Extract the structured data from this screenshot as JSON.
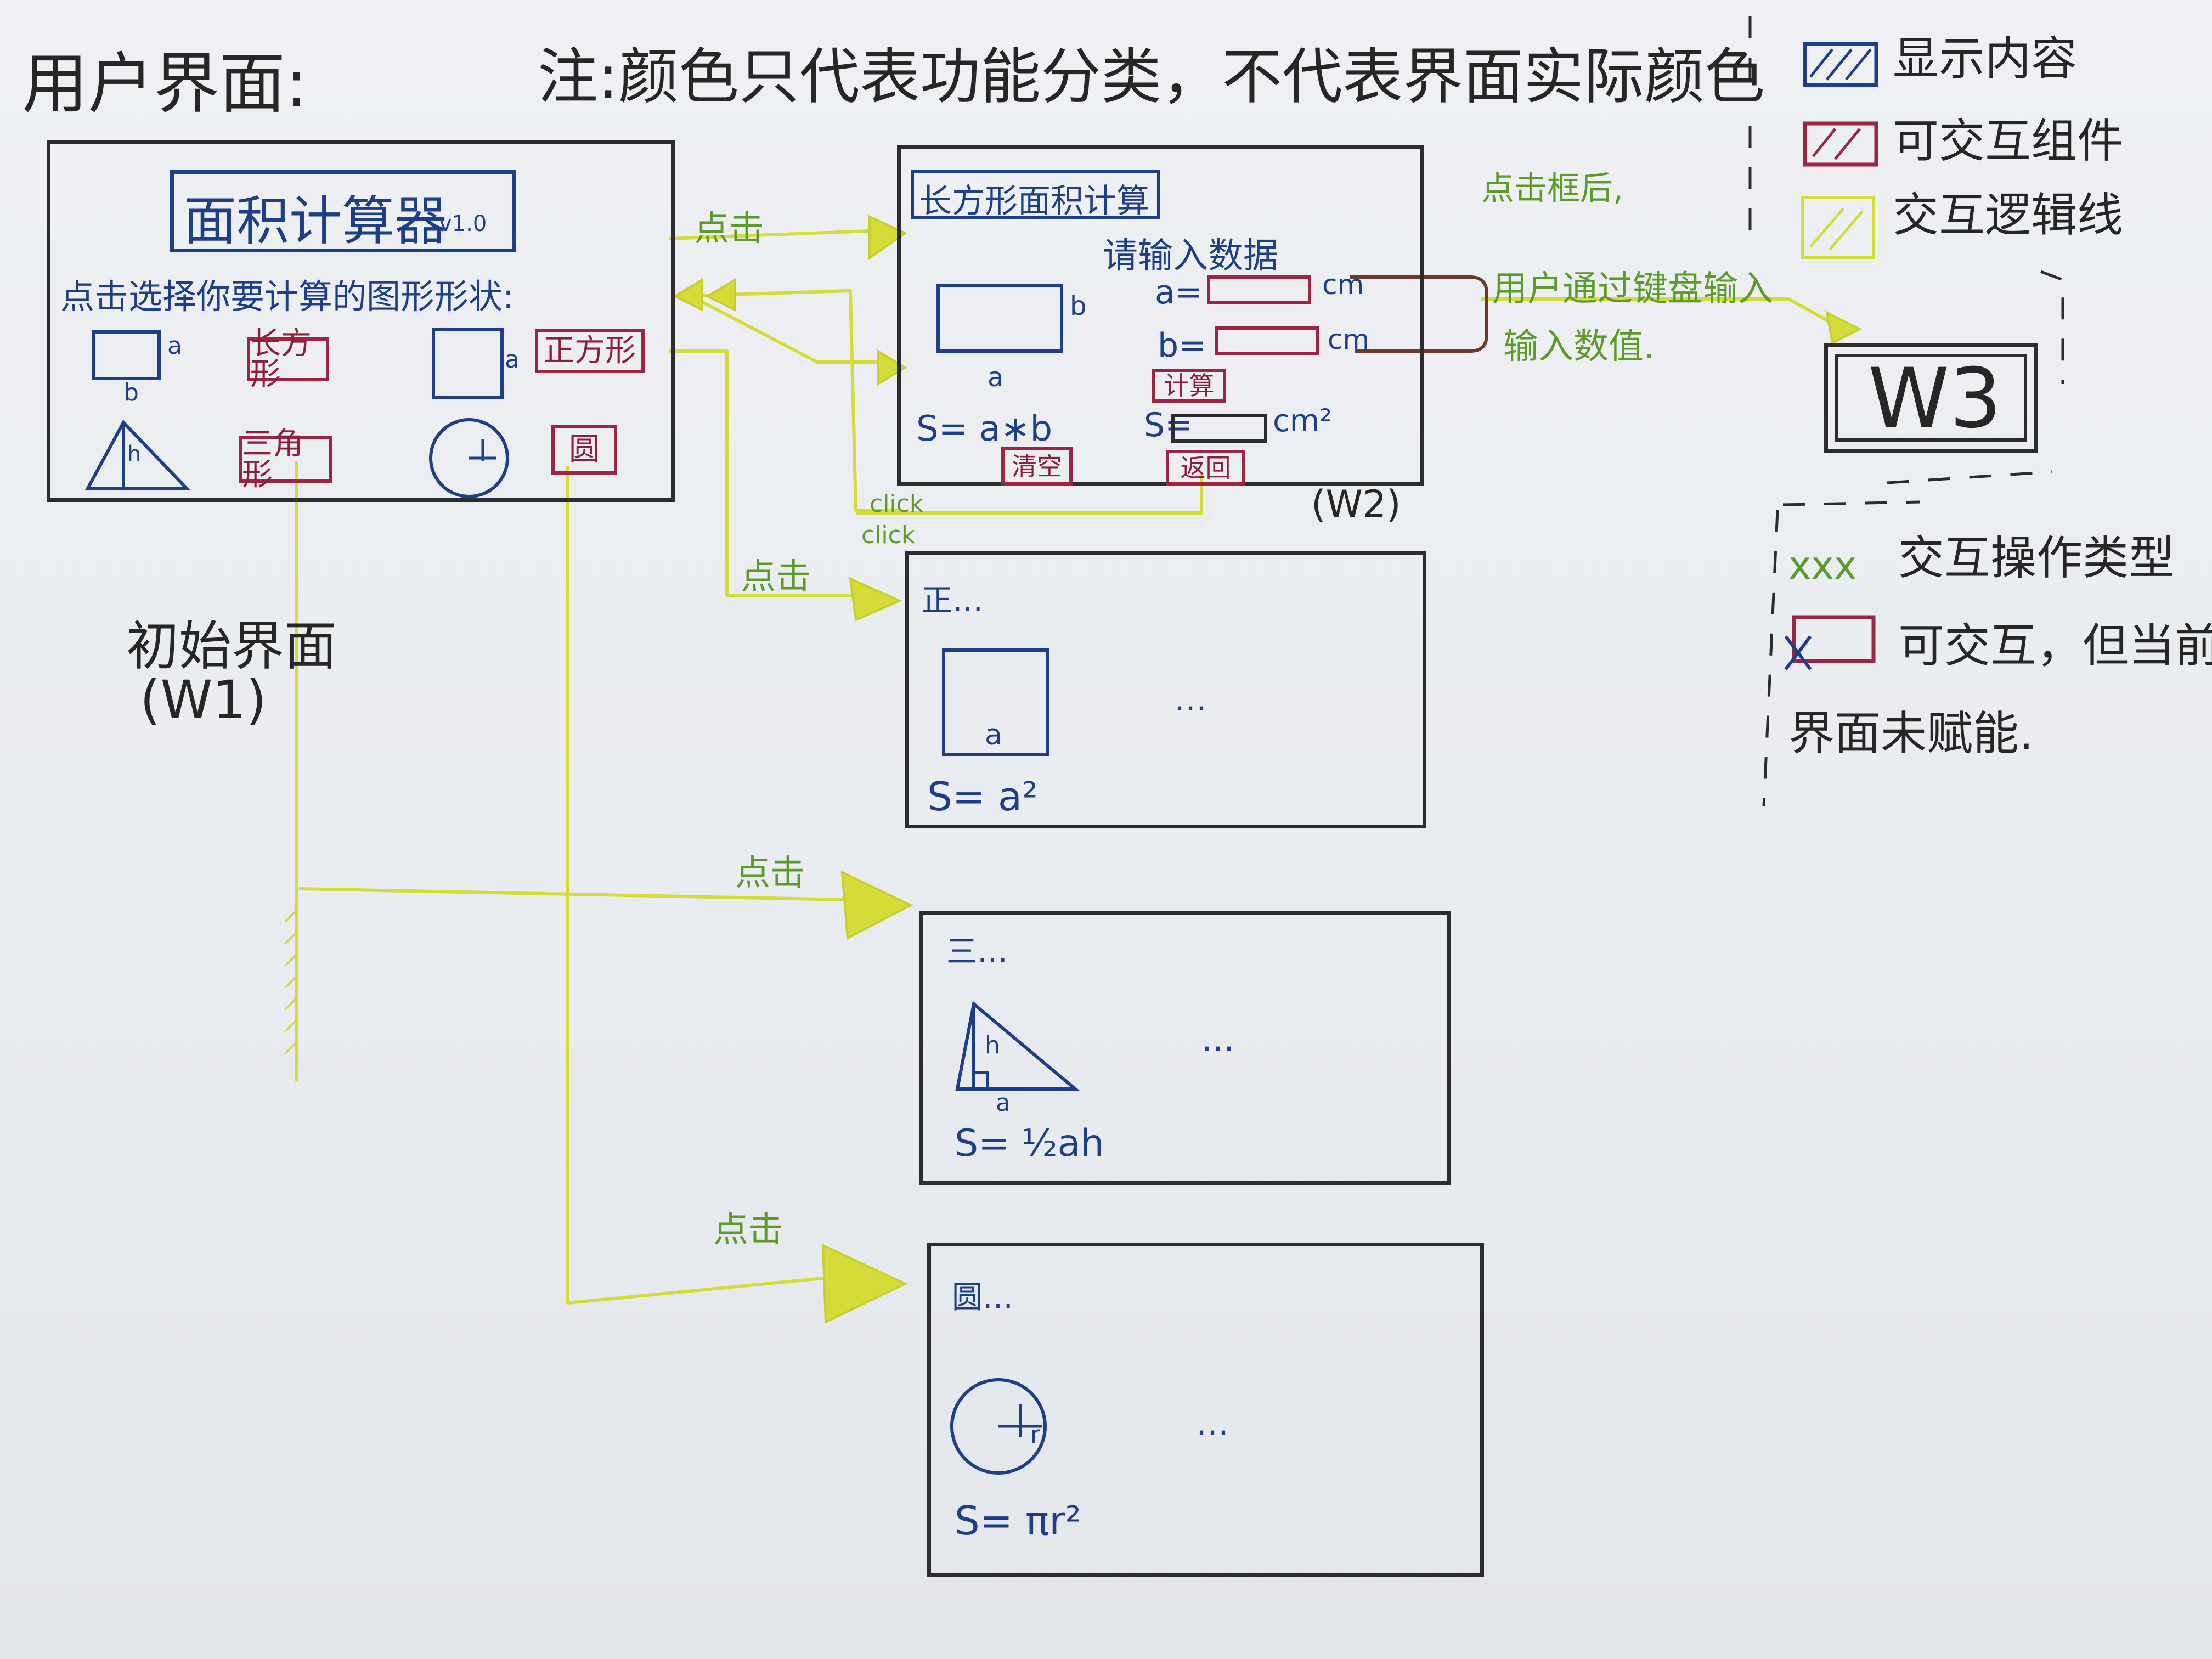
{
  "header": {
    "title": "用户界面:",
    "note": "注:颜色只代表功能分类，不代表界面实际颜色"
  },
  "legend": {
    "display": "显示内容",
    "interactive": "可交互组件",
    "logic_line": "交互逻辑线",
    "op_type_sample": "xxx",
    "op_type": "交互操作类型",
    "disabled_line1": "可交互，但当前",
    "disabled_line2": "界面未赋能."
  },
  "w1": {
    "app_title": "面积计算器",
    "version": "v1.0",
    "prompt": "点击选择你要计算的图形形状:",
    "rect_btn": "长方形",
    "square_btn": "正方形",
    "triangle_btn": "三角形",
    "circle_btn": "圆",
    "label": "初始界面",
    "id": "(W1)",
    "var_a": "a",
    "var_b": "b",
    "var_h": "h"
  },
  "w2": {
    "title": "长方形面积计算",
    "prompt": "请输入数据",
    "a_label": "a=",
    "b_label": "b=",
    "s_label": "S=",
    "unit": "cm",
    "unit_area": "cm²",
    "calc_btn": "计算",
    "clear_btn": "清空",
    "back_btn": "返回",
    "formula": "S= a∗b",
    "id": "(W2)",
    "var_a": "a",
    "var_b": "b"
  },
  "square_win": {
    "title": "正…",
    "var_a": "a",
    "formula": "S= a²",
    "ellipsis": "…"
  },
  "tri_win": {
    "title": "三…",
    "var_h": "h",
    "var_a": "a",
    "formula": "S= ½ah",
    "ellipsis": "…"
  },
  "circle_win": {
    "title": "圆…",
    "var_r": "r",
    "formula": "S= πr²",
    "ellipsis": "…"
  },
  "annotations": {
    "click1": "点击",
    "click2": "点击",
    "click3": "点击",
    "click4": "点击",
    "click_en1": "click",
    "click_en2": "click",
    "after_click": "点击框后,",
    "keyboard": "用户通过键盘输入",
    "input_value": "输入数值."
  },
  "w3": {
    "label": "W3"
  },
  "colors": {
    "display": "#1e3f86",
    "interactive": "#9a2544",
    "logic": "#d4dc3a",
    "op": "#5c9a2a"
  }
}
